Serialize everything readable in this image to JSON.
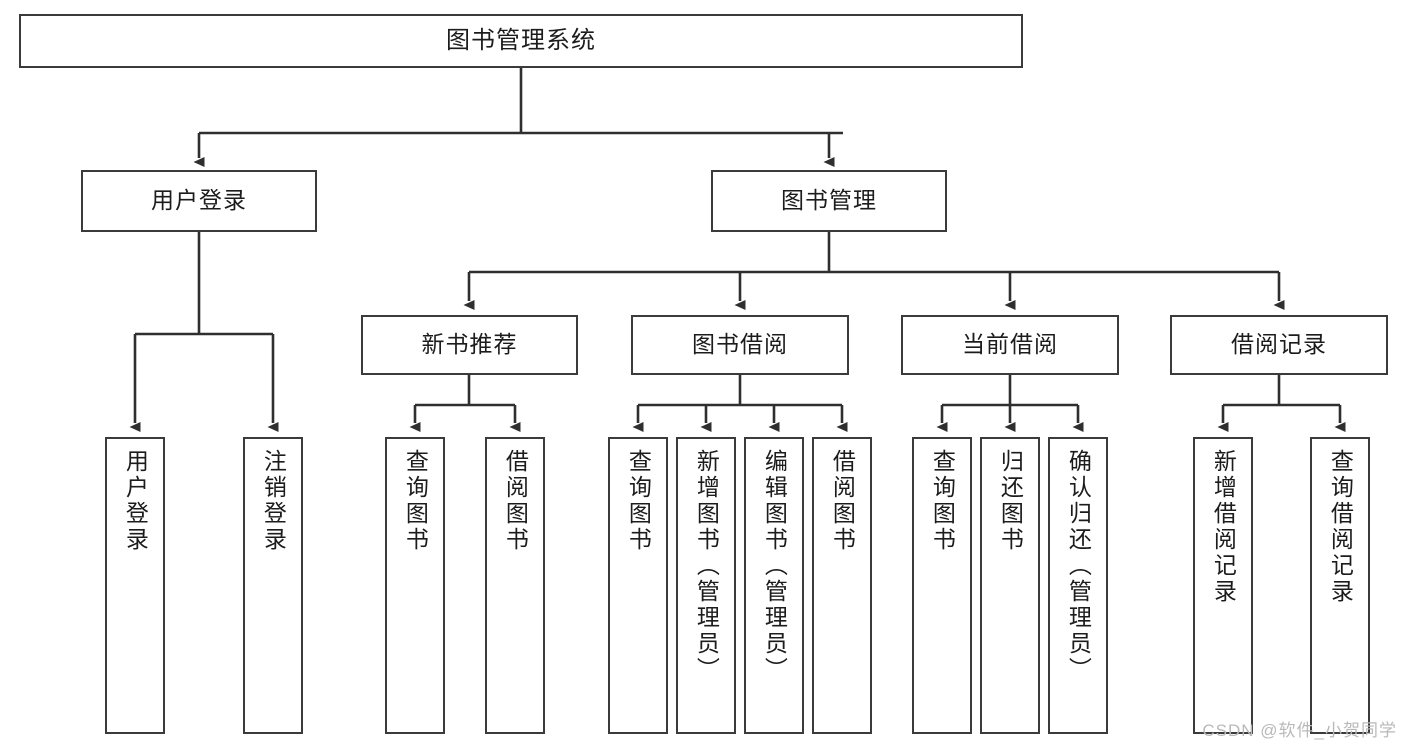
{
  "diagram": {
    "title": "图书管理系统",
    "type": "tree-hierarchy",
    "orientation": "top-down",
    "line_color": "#3b3b3b",
    "box_fill": "#ffffff",
    "box_border": "#3b3b3b",
    "text_color": "#1c1c1c"
  },
  "root": {
    "label": "图书管理系统"
  },
  "level2": [
    {
      "label": "用户登录"
    },
    {
      "label": "图书管理"
    }
  ],
  "level3": [
    {
      "label": "新书推荐"
    },
    {
      "label": "图书借阅"
    },
    {
      "label": "当前借阅"
    },
    {
      "label": "借阅记录"
    }
  ],
  "leaves": {
    "user_login": [
      {
        "label": "用户登录"
      },
      {
        "label": "注销登录"
      }
    ],
    "new_book_recommend": [
      {
        "label": "查询图书"
      },
      {
        "label": "借阅图书"
      }
    ],
    "book_borrow": [
      {
        "label": "查询图书"
      },
      {
        "label": "新增图书（管理员）"
      },
      {
        "label": "编辑图书（管理员）"
      },
      {
        "label": "借阅图书"
      }
    ],
    "current_borrow": [
      {
        "label": "查询图书"
      },
      {
        "label": "归还图书"
      },
      {
        "label": "确认归还（管理员）"
      }
    ],
    "borrow_record": [
      {
        "label": "新增借阅记录"
      },
      {
        "label": "查询借阅记录"
      }
    ]
  },
  "watermark": {
    "text": "CSDN @软件_小贺同学"
  }
}
